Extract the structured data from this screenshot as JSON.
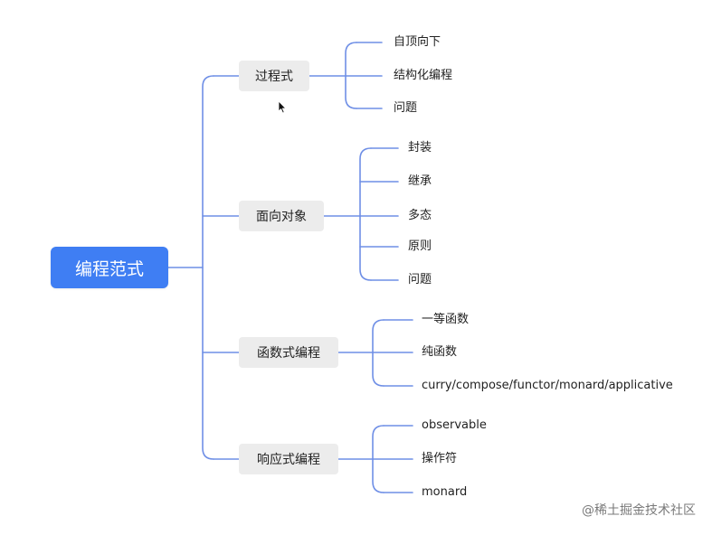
{
  "root": {
    "label": "编程范式"
  },
  "branches": [
    {
      "label": "过程式",
      "leaves": [
        "自顶向下",
        "结构化编程",
        "问题"
      ]
    },
    {
      "label": "面向对象",
      "leaves": [
        "封装",
        "继承",
        "多态",
        "原则",
        "问题"
      ]
    },
    {
      "label": "函数式编程",
      "leaves": [
        "一等函数",
        "纯函数",
        "curry/compose/functor/monard/applicative"
      ]
    },
    {
      "label": "响应式编程",
      "leaves": [
        "observable",
        "操作符",
        "monard"
      ]
    }
  ],
  "watermark": "@稀土掘金技术社区",
  "colors": {
    "root_bg": "#3f7ef3",
    "line": "#6f8fe6",
    "category_bg": "#ececec"
  },
  "icons": {
    "cursor": "arrow-pointer-icon"
  }
}
